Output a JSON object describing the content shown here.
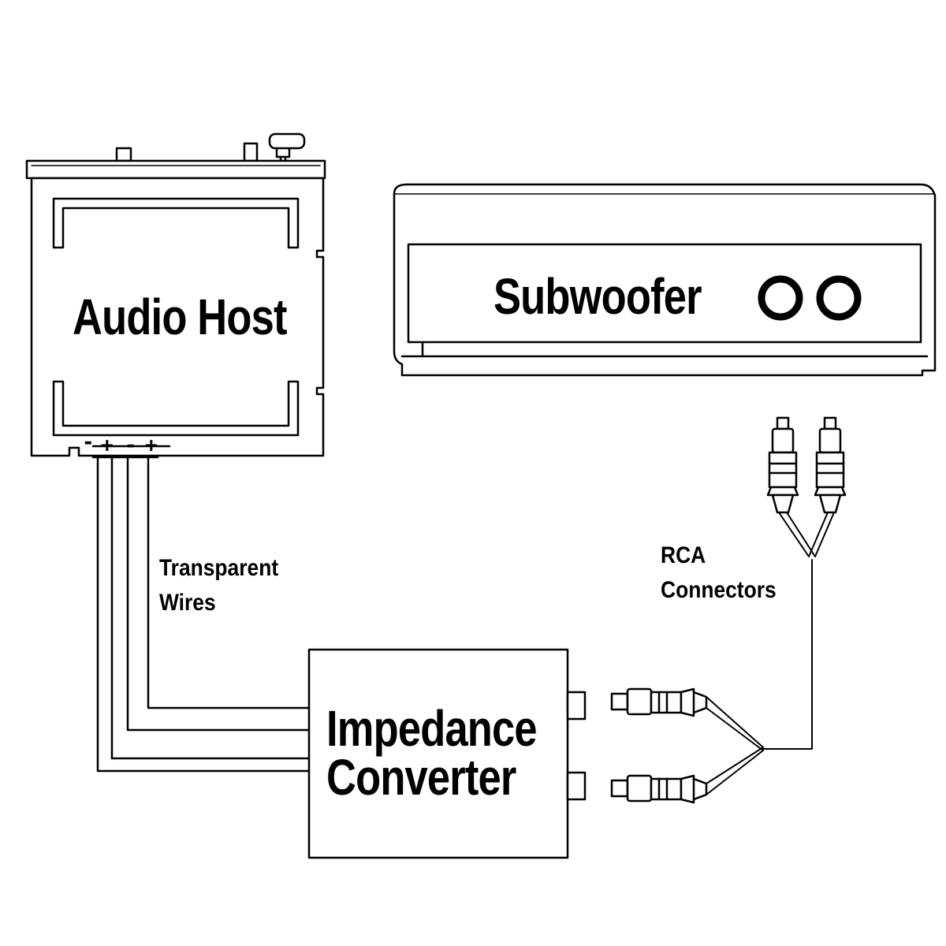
{
  "colors": {
    "line": "#000000",
    "background": "#ffffff"
  },
  "audio_host": {
    "label": "Audio Host",
    "terminals": [
      "-",
      "+",
      "-",
      "+"
    ]
  },
  "subwoofer": {
    "label": "Subwoofer"
  },
  "impedance_converter": {
    "label_line1": "Impedance",
    "label_line2": "Converter"
  },
  "wires": {
    "label_line1": "Transparent",
    "label_line2": "Wires"
  },
  "rca": {
    "label_line1": "RCA",
    "label_line2": "Connectors"
  }
}
